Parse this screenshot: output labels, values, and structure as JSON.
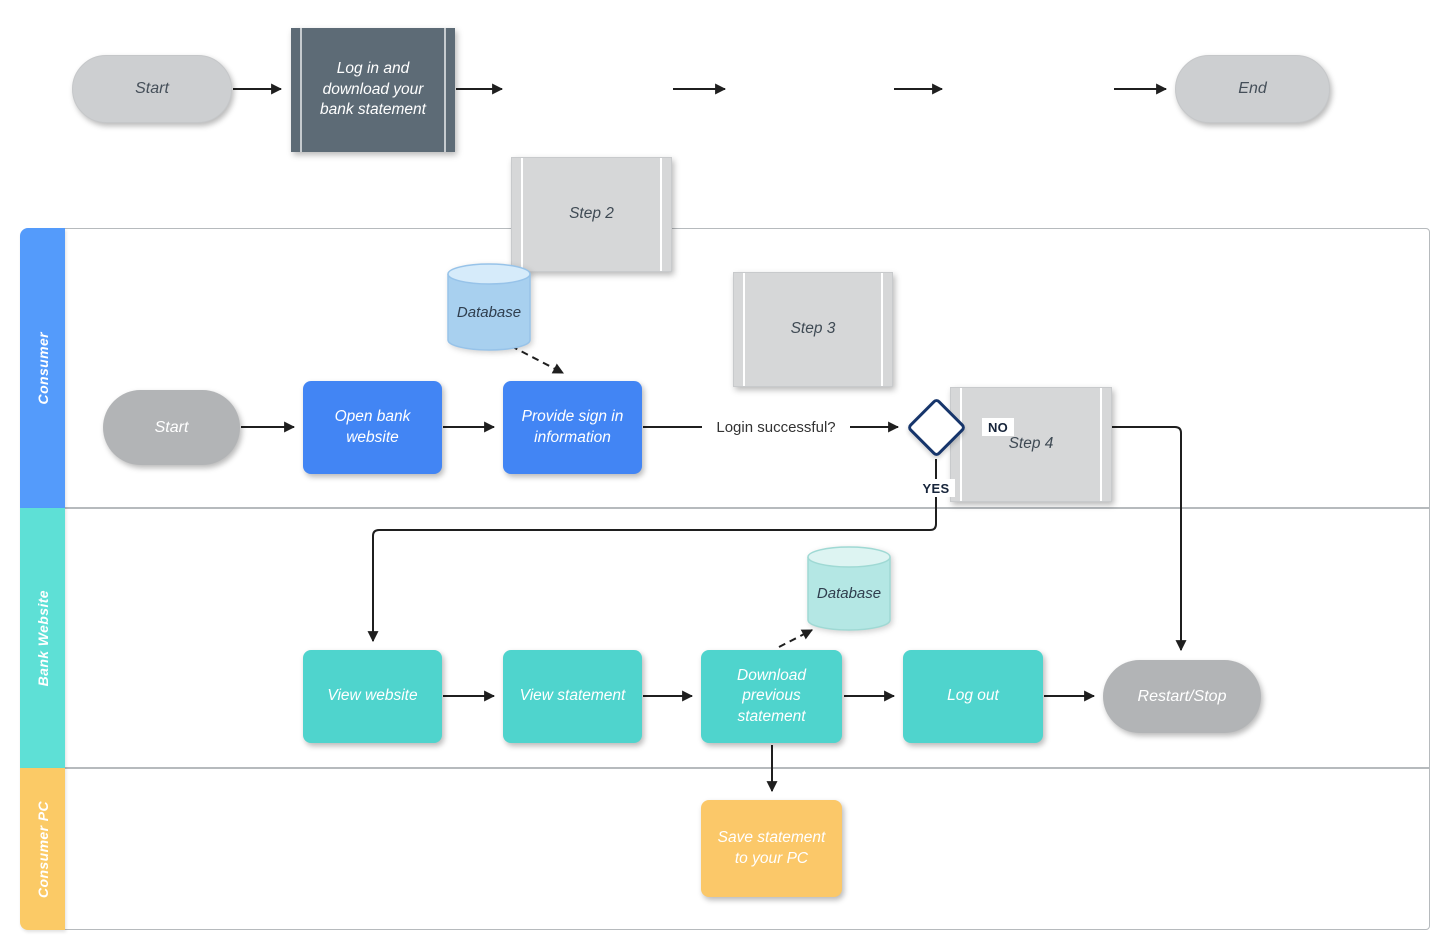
{
  "colors": {
    "timeline_dark": "#5d6b76",
    "timeline_light": "#d6d7d8",
    "timeline_pill_gray": "#cdcfd1",
    "lane_pill_gray": "#b2b4b6",
    "node_blue": "#4285f4",
    "node_teal": "#4fd4cd",
    "node_orange": "#fbc869",
    "lane_bar_blue": "#549bfb",
    "lane_bar_teal": "#5ee0d6",
    "lane_bar_orange": "#fbca66",
    "cylinder_blue": "#a8d0ef",
    "cylinder_teal": "#b4e7e4",
    "diamond_border": "#16356b",
    "connector": "#1f1f1f"
  },
  "timeline": {
    "start": "Start",
    "step1": "Log in and download your bank statement",
    "step2": "Step 2",
    "step3": "Step 3",
    "step4": "Step 4",
    "end": "End"
  },
  "lanes": [
    {
      "label": "Consumer"
    },
    {
      "label": "Bank Website"
    },
    {
      "label": "Consumer PC"
    }
  ],
  "consumer": {
    "database_label": "Database",
    "start": "Start",
    "open_bank_website": "Open bank website",
    "provide_sign_in": "Provide sign in information",
    "login_question": "Login successful?",
    "no": "NO",
    "yes": "YES"
  },
  "bank_website": {
    "database_label": "Database",
    "view_website": "View website",
    "view_statement": "View statement",
    "download_previous": "Download previous statement",
    "log_out": "Log out",
    "restart_stop": "Restart/Stop"
  },
  "consumer_pc": {
    "save_statement": "Save statement to your PC"
  }
}
